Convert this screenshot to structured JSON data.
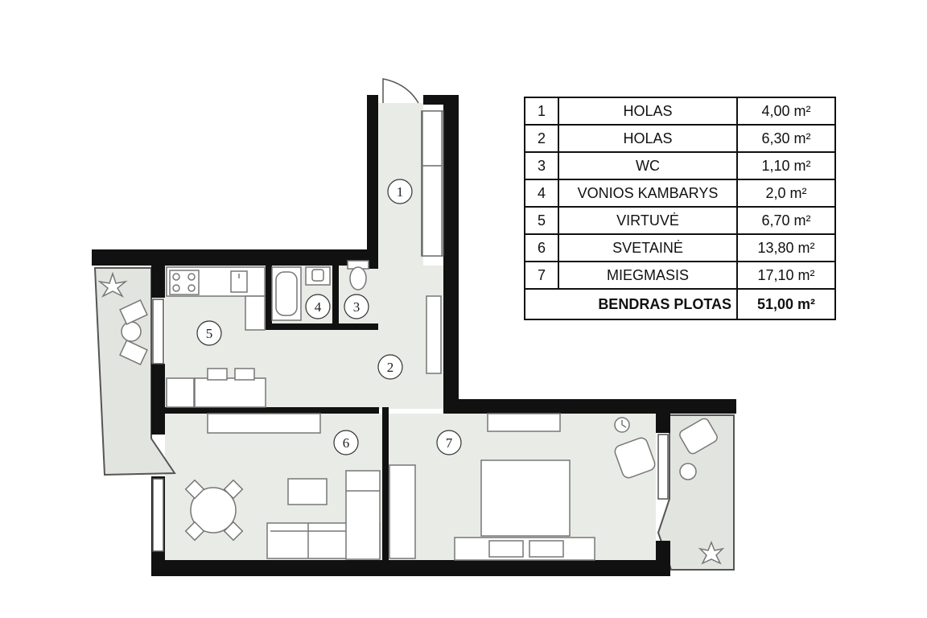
{
  "rooms": [
    {
      "number": "1",
      "name": "HOLAS",
      "area": "4,00 m²"
    },
    {
      "number": "2",
      "name": "HOLAS",
      "area": "6,30 m²"
    },
    {
      "number": "3",
      "name": "WC",
      "area": "1,10 m²"
    },
    {
      "number": "4",
      "name": "VONIOS KAMBARYS",
      "area": "2,0 m²"
    },
    {
      "number": "5",
      "name": "VIRTUVĖ",
      "area": "6,70 m²"
    },
    {
      "number": "6",
      "name": "SVETAINĖ",
      "area": "13,80 m²"
    },
    {
      "number": "7",
      "name": "MIEGMASIS",
      "area": "17,10 m²"
    }
  ],
  "total": {
    "label": "BENDRAS PLOTAS",
    "area": "51,00 m²"
  },
  "colors": {
    "wall": "#111111",
    "floor": "#e9ebe6",
    "balcony": "#e2e4df",
    "furniture_stroke": "#777777",
    "furniture_fill": "#ffffff"
  },
  "icons": [
    "plant-icon",
    "chair-icon",
    "table-icon",
    "bathtub-icon",
    "toilet-icon",
    "sink-icon",
    "stove-icon",
    "bed-icon",
    "sofa-icon",
    "wall-clock-icon"
  ]
}
